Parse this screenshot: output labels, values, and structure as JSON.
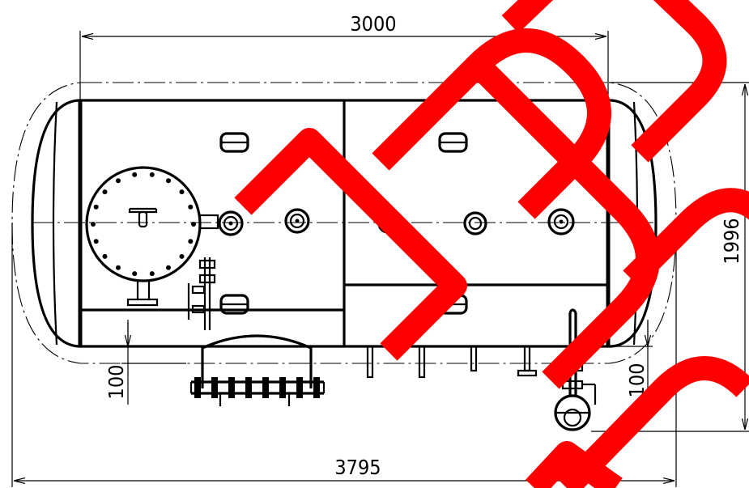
{
  "dimensions": {
    "top_length": "3000",
    "overall_length": "3795",
    "height": "1996",
    "left_offset": "100",
    "right_offset": "100"
  },
  "watermark": {
    "text": "ЛПРС",
    "color": "#ff0000"
  }
}
